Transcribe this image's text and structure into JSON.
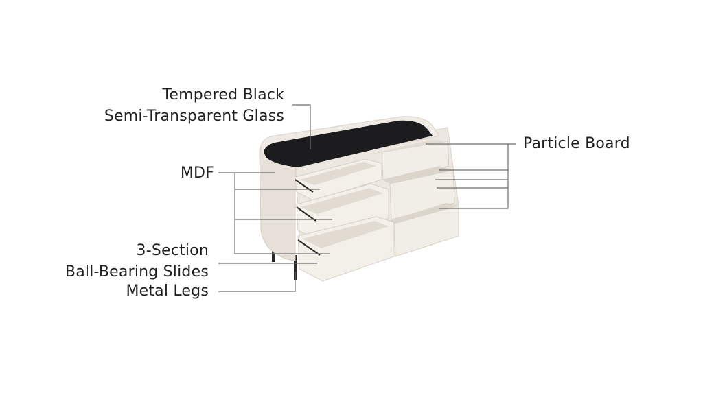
{
  "labels": {
    "glass_line1": "Tempered Black",
    "glass_line2": "Semi-Transparent Glass",
    "particle_board": "Particle Board",
    "mdf": "MDF",
    "slides_line1": "3-Section",
    "slides_line2": "Ball-Bearing Slides",
    "metal_legs": "Metal Legs"
  },
  "colors": {
    "leader_line": "#6e6e6e",
    "body_cream": "#ece7e0",
    "body_shadow": "#d9d3ca",
    "glass_top": "#1c1c1e",
    "legs": "#2a2a2a"
  }
}
